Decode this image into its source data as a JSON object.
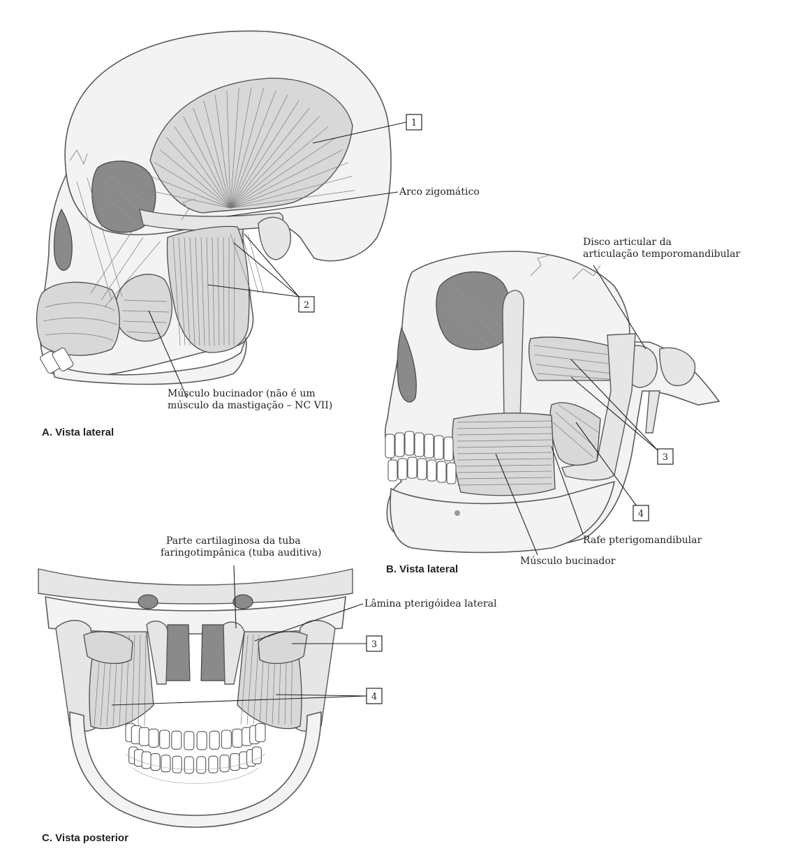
{
  "panels": {
    "a": {
      "title": "A. Vista lateral",
      "labels": {
        "arco": "Arco zigomático",
        "buc1": "Músculo bucinador (não é um",
        "buc2": "músculo da mastigação – NC VII)"
      },
      "boxes": {
        "one": "1",
        "two": "2"
      }
    },
    "b": {
      "title": "B. Vista lateral",
      "labels": {
        "disco1": "Disco articular da",
        "disco2": "articulação temporomandibular",
        "rafe": "Rafe pterigomandibular",
        "buc": "Músculo bucinador"
      },
      "boxes": {
        "three": "3",
        "four": "4"
      }
    },
    "c": {
      "title": "C. Vista posterior",
      "labels": {
        "tuba1": "Parte cartilaginosa da tuba",
        "tuba2": "faringotimpânica (tuba auditiva)",
        "lamina": "Lâmina pterigóidea lateral"
      },
      "boxes": {
        "three": "3",
        "four": "4"
      }
    }
  }
}
